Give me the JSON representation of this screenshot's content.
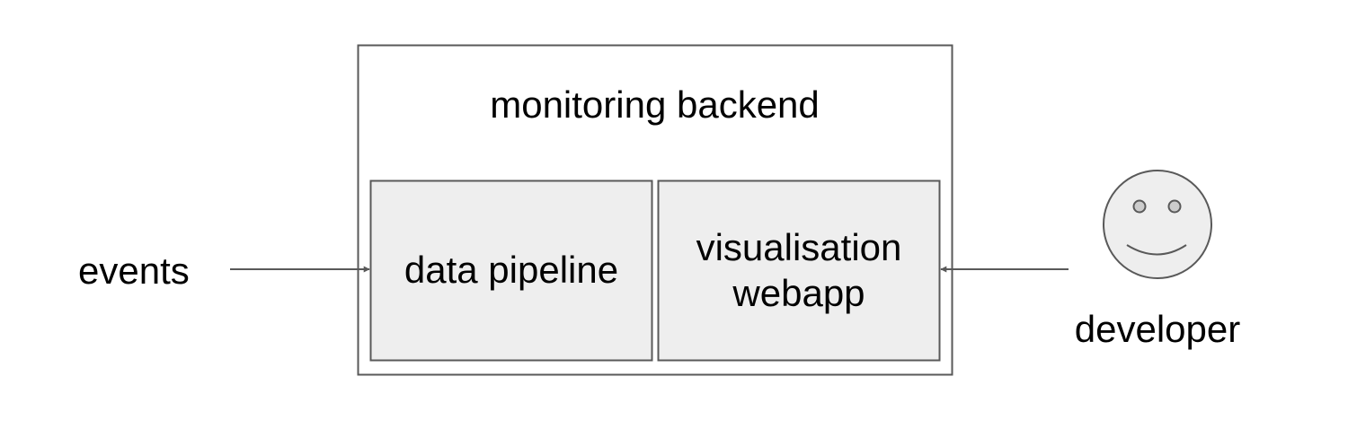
{
  "diagram": {
    "container": {
      "label": "monitoring backend"
    },
    "components": [
      {
        "label": "data pipeline"
      },
      {
        "label": "visualisation\nwebapp"
      }
    ],
    "inputs": {
      "events_label": "events"
    },
    "actor": {
      "label": "developer",
      "icon": "smiley-face-icon"
    }
  },
  "colors": {
    "line": "#595959",
    "component_fill": "#eeeeee",
    "background": "#ffffff",
    "text": "#000000"
  }
}
